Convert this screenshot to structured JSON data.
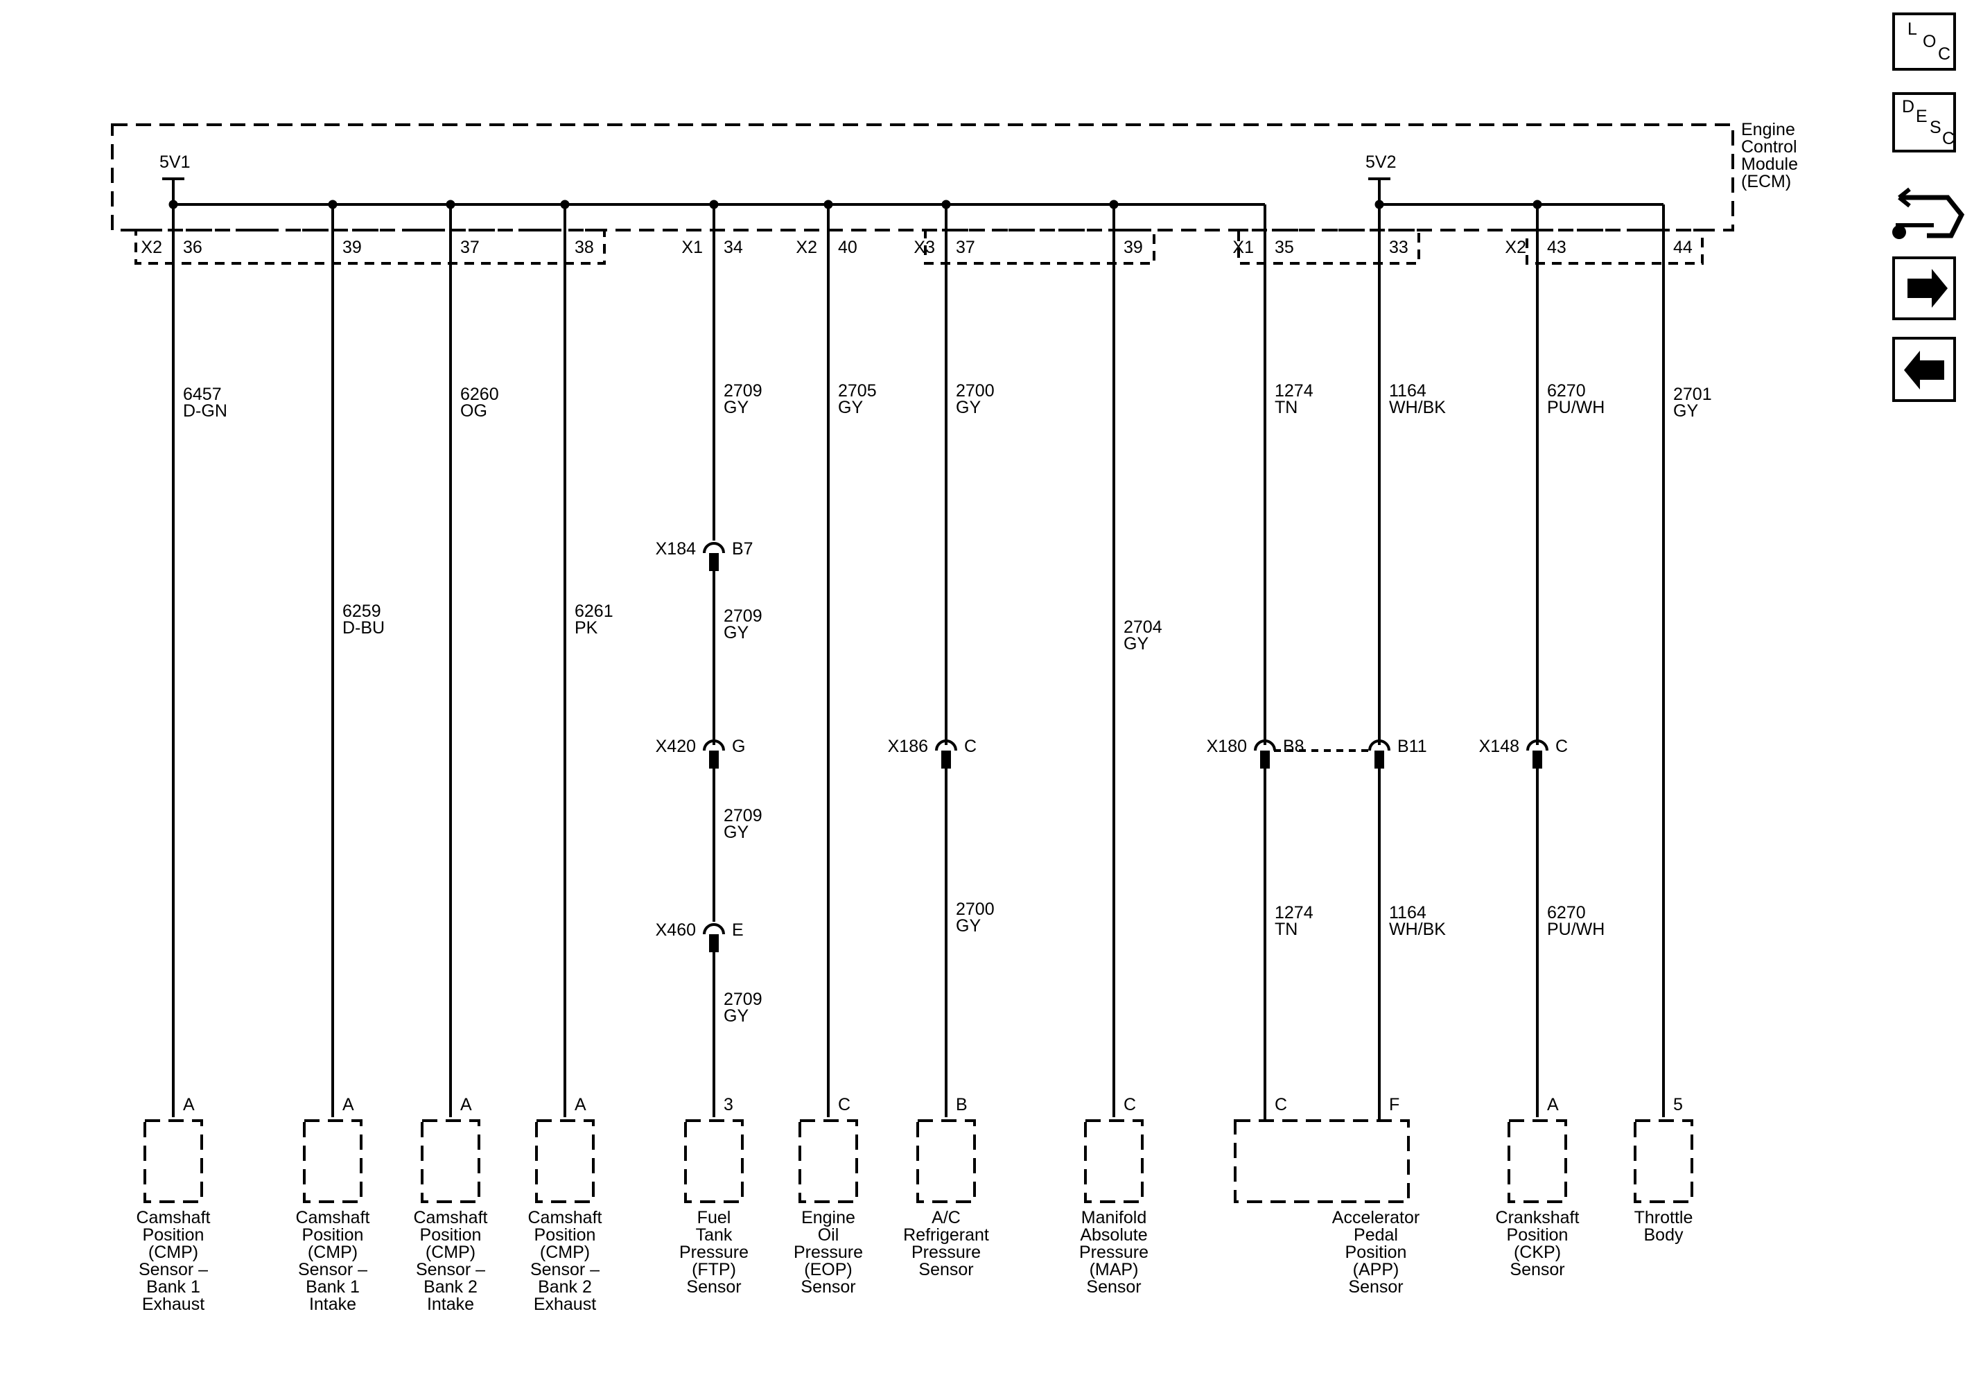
{
  "ecm": {
    "label_lines": [
      "Engine",
      "Control",
      "Module",
      "(ECM)"
    ],
    "supply_1": "5V1",
    "supply_2": "5V2"
  },
  "circuits": [
    {
      "key": "c1",
      "connector": "X2",
      "pin": "36",
      "wire": "6457",
      "color": "D-GN",
      "comp_pin": "A",
      "component": [
        "Camshaft",
        "Position",
        "(CMP)",
        "Sensor –",
        "Bank 1",
        "Exhaust"
      ]
    },
    {
      "key": "c2",
      "connector": "",
      "pin": "39",
      "wire": "6259",
      "color": "D-BU",
      "comp_pin": "A",
      "component": [
        "Camshaft",
        "Position",
        "(CMP)",
        "Sensor –",
        "Bank 1",
        "Intake"
      ]
    },
    {
      "key": "c3",
      "connector": "",
      "pin": "37",
      "wire": "6260",
      "color": "OG",
      "comp_pin": "A",
      "component": [
        "Camshaft",
        "Position",
        "(CMP)",
        "Sensor –",
        "Bank 2",
        "Intake"
      ]
    },
    {
      "key": "c4",
      "connector": "",
      "pin": "38",
      "wire": "6261",
      "color": "PK",
      "comp_pin": "A",
      "component": [
        "Camshaft",
        "Position",
        "(CMP)",
        "Sensor –",
        "Bank 2",
        "Exhaust"
      ]
    },
    {
      "key": "c5",
      "connector": "X1",
      "pin": "34",
      "wire": "2709",
      "color": "GY",
      "comp_pin": "3",
      "component": [
        "Fuel",
        "Tank",
        "Pressure",
        "(FTP)",
        "Sensor"
      ]
    },
    {
      "key": "c6",
      "connector": "X2",
      "pin": "40",
      "wire": "2705",
      "color": "GY",
      "comp_pin": "C",
      "component": [
        "Engine",
        "Oil",
        "Pressure",
        "(EOP)",
        "Sensor"
      ]
    },
    {
      "key": "c7",
      "connector": "X3",
      "pin": "37",
      "wire": "2700",
      "color": "GY",
      "comp_pin": "B",
      "component": [
        "A/C",
        "Refrigerant",
        "Pressure",
        "Sensor"
      ]
    },
    {
      "key": "c8",
      "connector": "",
      "pin": "39",
      "wire": "2704",
      "color": "GY",
      "comp_pin": "C",
      "component": [
        "Manifold",
        "Absolute",
        "Pressure",
        "(MAP)",
        "Sensor"
      ]
    },
    {
      "key": "c9",
      "connector": "X1",
      "pin": "35",
      "wire": "1274",
      "color": "TN",
      "comp_pin": "C",
      "component": []
    },
    {
      "key": "c10",
      "connector": "",
      "pin": "33",
      "wire": "1164",
      "color": "WH/BK",
      "comp_pin": "F",
      "component": [
        "Accelerator",
        "Pedal",
        "Position",
        "(APP)",
        "Sensor"
      ]
    },
    {
      "key": "c11",
      "connector": "X2",
      "pin": "43",
      "wire": "6270",
      "color": "PU/WH",
      "comp_pin": "A",
      "component": [
        "Crankshaft",
        "Position",
        "(CKP)",
        "Sensor"
      ]
    },
    {
      "key": "c12",
      "connector": "",
      "pin": "44",
      "wire": "2701",
      "color": "GY",
      "comp_pin": "5",
      "component": [
        "Throttle",
        "Body"
      ]
    }
  ],
  "inline_connectors": [
    {
      "key": "x184",
      "name": "X184",
      "pin": "B7"
    },
    {
      "key": "x420",
      "name": "X420",
      "pin": "G"
    },
    {
      "key": "x460",
      "name": "X460",
      "pin": "E"
    },
    {
      "key": "x186",
      "name": "X186",
      "pin": "C"
    },
    {
      "key": "x180",
      "name": "X180",
      "pin": "B8"
    },
    {
      "key": "x180b",
      "name": "",
      "pin": "B11"
    },
    {
      "key": "x148",
      "name": "X148",
      "pin": "C"
    }
  ],
  "segment_wires": [
    {
      "key": "ftp2",
      "wire": "2709",
      "color": "GY"
    },
    {
      "key": "ftp3",
      "wire": "2709",
      "color": "GY"
    },
    {
      "key": "ftp4",
      "wire": "2709",
      "color": "GY"
    },
    {
      "key": "ac2",
      "wire": "2700",
      "color": "GY"
    },
    {
      "key": "tn2",
      "wire": "1274",
      "color": "TN"
    },
    {
      "key": "wh2",
      "wire": "1164",
      "color": "WH/BK"
    },
    {
      "key": "pu2",
      "wire": "6270",
      "color": "PU/WH"
    }
  ],
  "nav": {
    "loc": [
      "L",
      "O",
      "C"
    ],
    "desc": [
      "D",
      "E",
      "S",
      "C"
    ],
    "icons": [
      "connector-tool-icon",
      "next-arrow-icon",
      "previous-arrow-icon"
    ]
  }
}
